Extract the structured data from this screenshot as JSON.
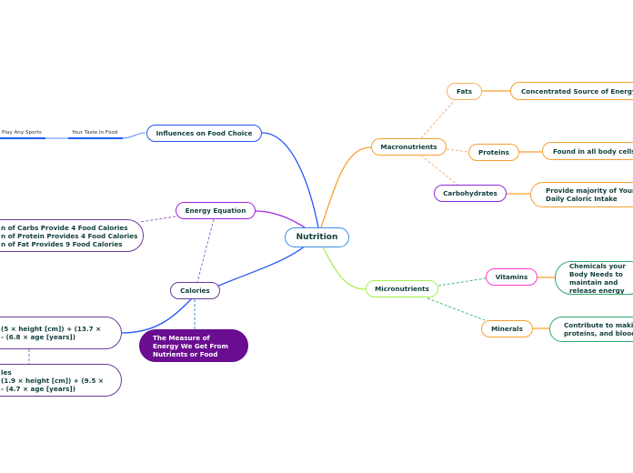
{
  "central": "Nutrition",
  "influences": {
    "label": "Influences on Food Choice",
    "items": [
      "Your Taste In Food",
      "Play Any Sports"
    ]
  },
  "energy_equation": {
    "label": "Energy Equation",
    "detail": [
      "n of Carbs Provide 4 Food Calories",
      "n of Protein Provides 4 Food Calories",
      "n of Fat Provides 9 Food Calories"
    ]
  },
  "calories": {
    "label": "Calories",
    "definition": "The Measure of Energy We Get From Nutrients or Food",
    "formula_1": [
      "(5 × height [cm]) + (13.7 ×",
      "- (6.8 × age [years])"
    ],
    "formula_2": [
      "les",
      "(1.9 × height [cm]) + (9.5 ×",
      "- (4.7 × age [years])"
    ]
  },
  "macronutrients": {
    "label": "Macronutrients",
    "fats": {
      "label": "Fats",
      "detail": "Concentrated Source of Energy"
    },
    "proteins": {
      "label": "Proteins",
      "detail": "Found in all body cells"
    },
    "carbohydrates": {
      "label": "Carbohydrates",
      "detail": "Provide majority of Your Daily Caloric Intake"
    }
  },
  "micronutrients": {
    "label": "Micronutrients",
    "vitamins": {
      "label": "Vitamins",
      "detail": "Chemicals your Body Needs to maintain and release energy"
    },
    "minerals": {
      "label": "Minerals",
      "detail": "Contribute to making proteins, and blood"
    }
  }
}
